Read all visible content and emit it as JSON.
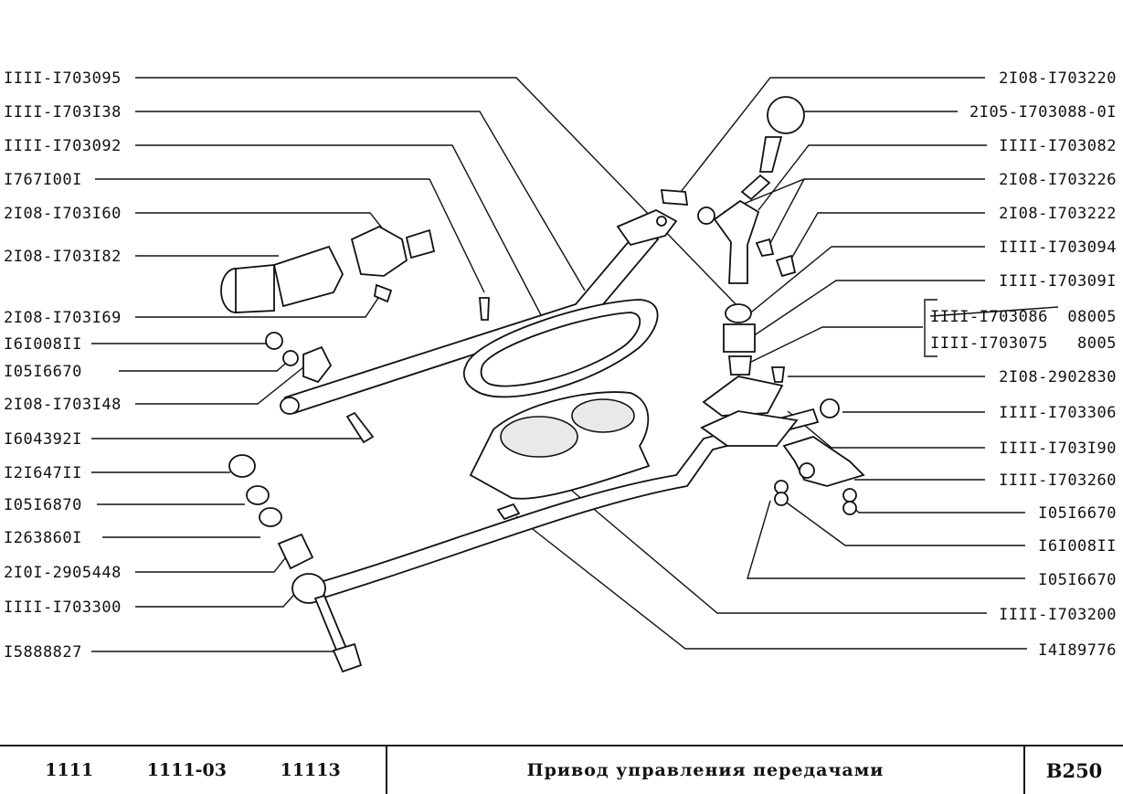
{
  "labels_left": [
    "IIII-I703095",
    "IIII-I703I38",
    "IIII-I703092",
    "I767I00I",
    "2I08-I703I60",
    "2I08-I703I82",
    "2I08-I703I69",
    "I6I008II",
    "I05I6670",
    "2I08-I703I48",
    "I604392I",
    "I2I647II",
    "I05I6870",
    "I263860I",
    "2I0I-2905448",
    "IIII-I703300",
    "I5888827"
  ],
  "labels_right": [
    "2I08-I703220",
    "2I05-I703088-0I",
    "IIII-I703082",
    "2I08-I703226",
    "2I08-I703222",
    "IIII-I703094",
    "IIII-I70309I",
    "IIII-I703086",
    "08005",
    "IIII-I703075",
    "8005",
    "2I08-2902830",
    "IIII-I703306",
    "IIII-I703I90",
    "IIII-I703260",
    "I05I6670",
    "I6I008II",
    "I05I6670",
    "IIII-I703200",
    "I4I89776"
  ],
  "footer": {
    "model_1": "1111",
    "model_2": "1111-03",
    "model_3": "11113",
    "title": "Привод управления передачами",
    "code": "B250"
  }
}
